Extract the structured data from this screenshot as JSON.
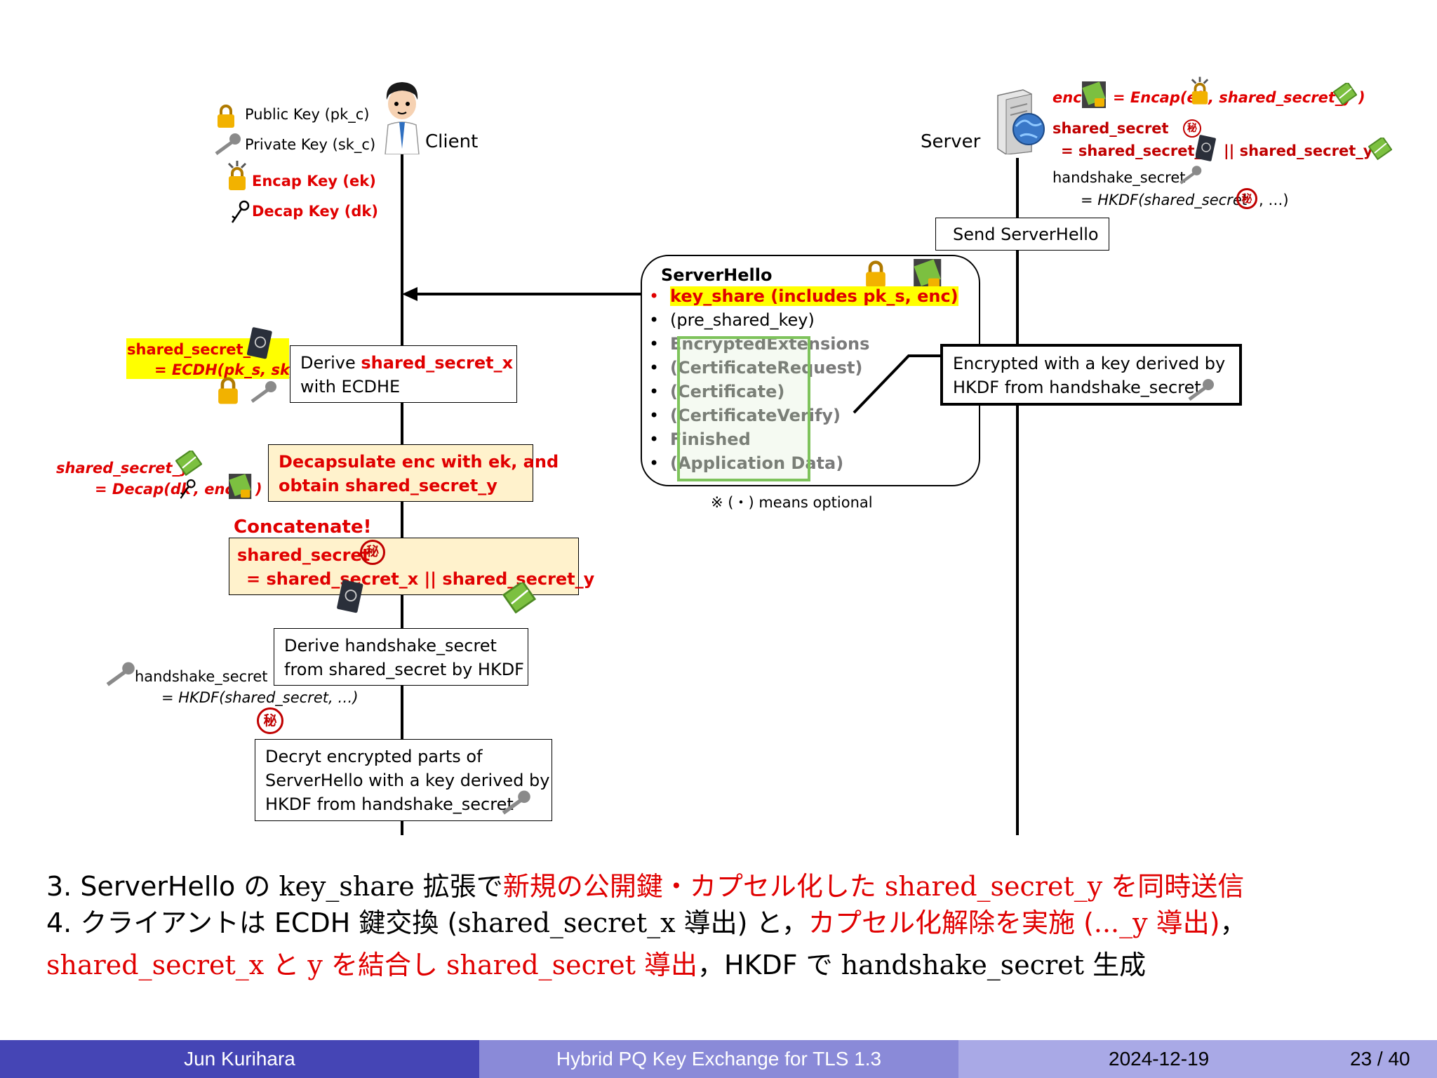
{
  "diagram": {
    "legend": {
      "public_key": "Public Key (pk_c)",
      "private_key": "Private Key (sk_c)",
      "encap_key": "Encap Key (ek)",
      "decap_key": "Decap Key (dk)"
    },
    "client": {
      "label": "Client"
    },
    "server": {
      "label": "Server",
      "enc_line": "enc",
      "enc_eq": "= Encap(ek",
      "enc_eq_tail": ", shared_secret_y",
      "enc_close": ")",
      "ss_label": "shared_secret",
      "ss_eq_a": "= shared_secret_x",
      "ss_eq_b": "|| shared_secret_y",
      "hs_label": "handshake_secret",
      "hs_eq": "= HKDF(shared_secret",
      "hs_tail": ", …)",
      "send_box": "Send ServerHello"
    },
    "server_hello": {
      "title": "ServerHello",
      "items": [
        "key_share (includes pk_s, enc)",
        "(pre_shared_key)",
        "EncryptedExtensions",
        "(CertificateRequest)",
        "(Certificate)",
        "(CertificateVerify)",
        "Finished",
        "(Application Data)"
      ],
      "note": "※ (・) means optional"
    },
    "encrypted_note": {
      "line1": "Encrypted with a key derived by",
      "line2": "HKDF from handshake_secret"
    },
    "client_steps": {
      "ecdh_label_a": "shared_secret_x",
      "ecdh_label_b": "= ECDH(pk_s, sk_c)",
      "derive_x_prefix": "Derive ",
      "derive_x_red": "shared_secret_x",
      "derive_x_line2": "with ECDHE",
      "decap_label_a": "shared_secret_y",
      "decap_label_b": "= Decap(dk",
      "decap_label_c": ", enc",
      "decap_label_d": ")",
      "decap_box_line1": "Decapsulate enc with ek, and",
      "decap_box_line2": "obtain shared_secret_y",
      "concat_title": "Concatenate!",
      "concat_line1": "shared_secret",
      "concat_line2": "= shared_secret_x || shared_secret_y",
      "derive_hs_line1": "Derive handshake_secret",
      "derive_hs_line2": "from shared_secret by HKDF",
      "hs_label": "handshake_secret",
      "hs_eq": "= HKDF(shared_secret, …)",
      "decrypt_line1": "Decryt encrypted parts of",
      "decrypt_line2": "ServerHello with a key derived by",
      "decrypt_line3": "HKDF from handshake_secret"
    },
    "hanko_char": "秘"
  },
  "bullets": [
    {
      "n": "3.",
      "a": "ServerHello の ",
      "code": "key_share",
      "b": " 拡張で",
      "red_a": "新規の公開鍵・カプセル化した ",
      "red_code": "shared_secret_y",
      "red_b": " を同時送信"
    },
    {
      "n": "4.",
      "a": "クライアントは ECDH 鍵交換 (",
      "code": "shared_secret_x",
      "b": " 導出) と，",
      "red_a": "カプセル化解除を実施 (",
      "red_code": "..._y",
      "red_b": " 導出)",
      "c": "，",
      "line2_red_code": "shared_secret_x",
      "line2_red_a": " と ",
      "line2_red_code2": "y",
      "line2_red_b": " を結合し ",
      "line2_red_code3": "shared_secret",
      "line2_red_c": " 導出",
      "line2_d": "，HKDF で ",
      "line2_code": "handshake_secret",
      "line2_e": " 生成"
    }
  ],
  "footer": {
    "author": "Jun Kurihara",
    "title": "Hybrid PQ Key Exchange for TLS 1.3",
    "date": "2024-12-19",
    "page": "23 / 40"
  },
  "colors": {
    "footer_left": "#4545b5",
    "footer_mid": "#8a8ad8",
    "footer_right": "#a9a9e6",
    "emphasis_red": "#e00000",
    "highlight_yellow": "#ffff00",
    "box_orange": "#fff2cc",
    "green_frame": "#7ec35c"
  }
}
